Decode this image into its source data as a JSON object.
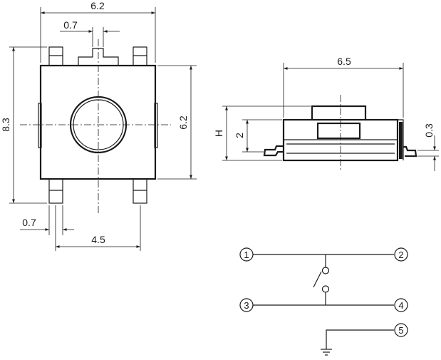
{
  "top_view": {
    "width_dim": "6.2",
    "actuator_dim": "0.7",
    "height_dim": "8.3",
    "body_height_dim": "6.2",
    "pin_width_dim": "0.7",
    "pin_pitch_dim": "4.5"
  },
  "side_view": {
    "length_dim": "6.5",
    "total_height_label": "H",
    "body_height_dim": "2",
    "standoff_dim": "0.3"
  },
  "schematic": {
    "pins": [
      "1",
      "2",
      "3",
      "4",
      "5"
    ]
  }
}
